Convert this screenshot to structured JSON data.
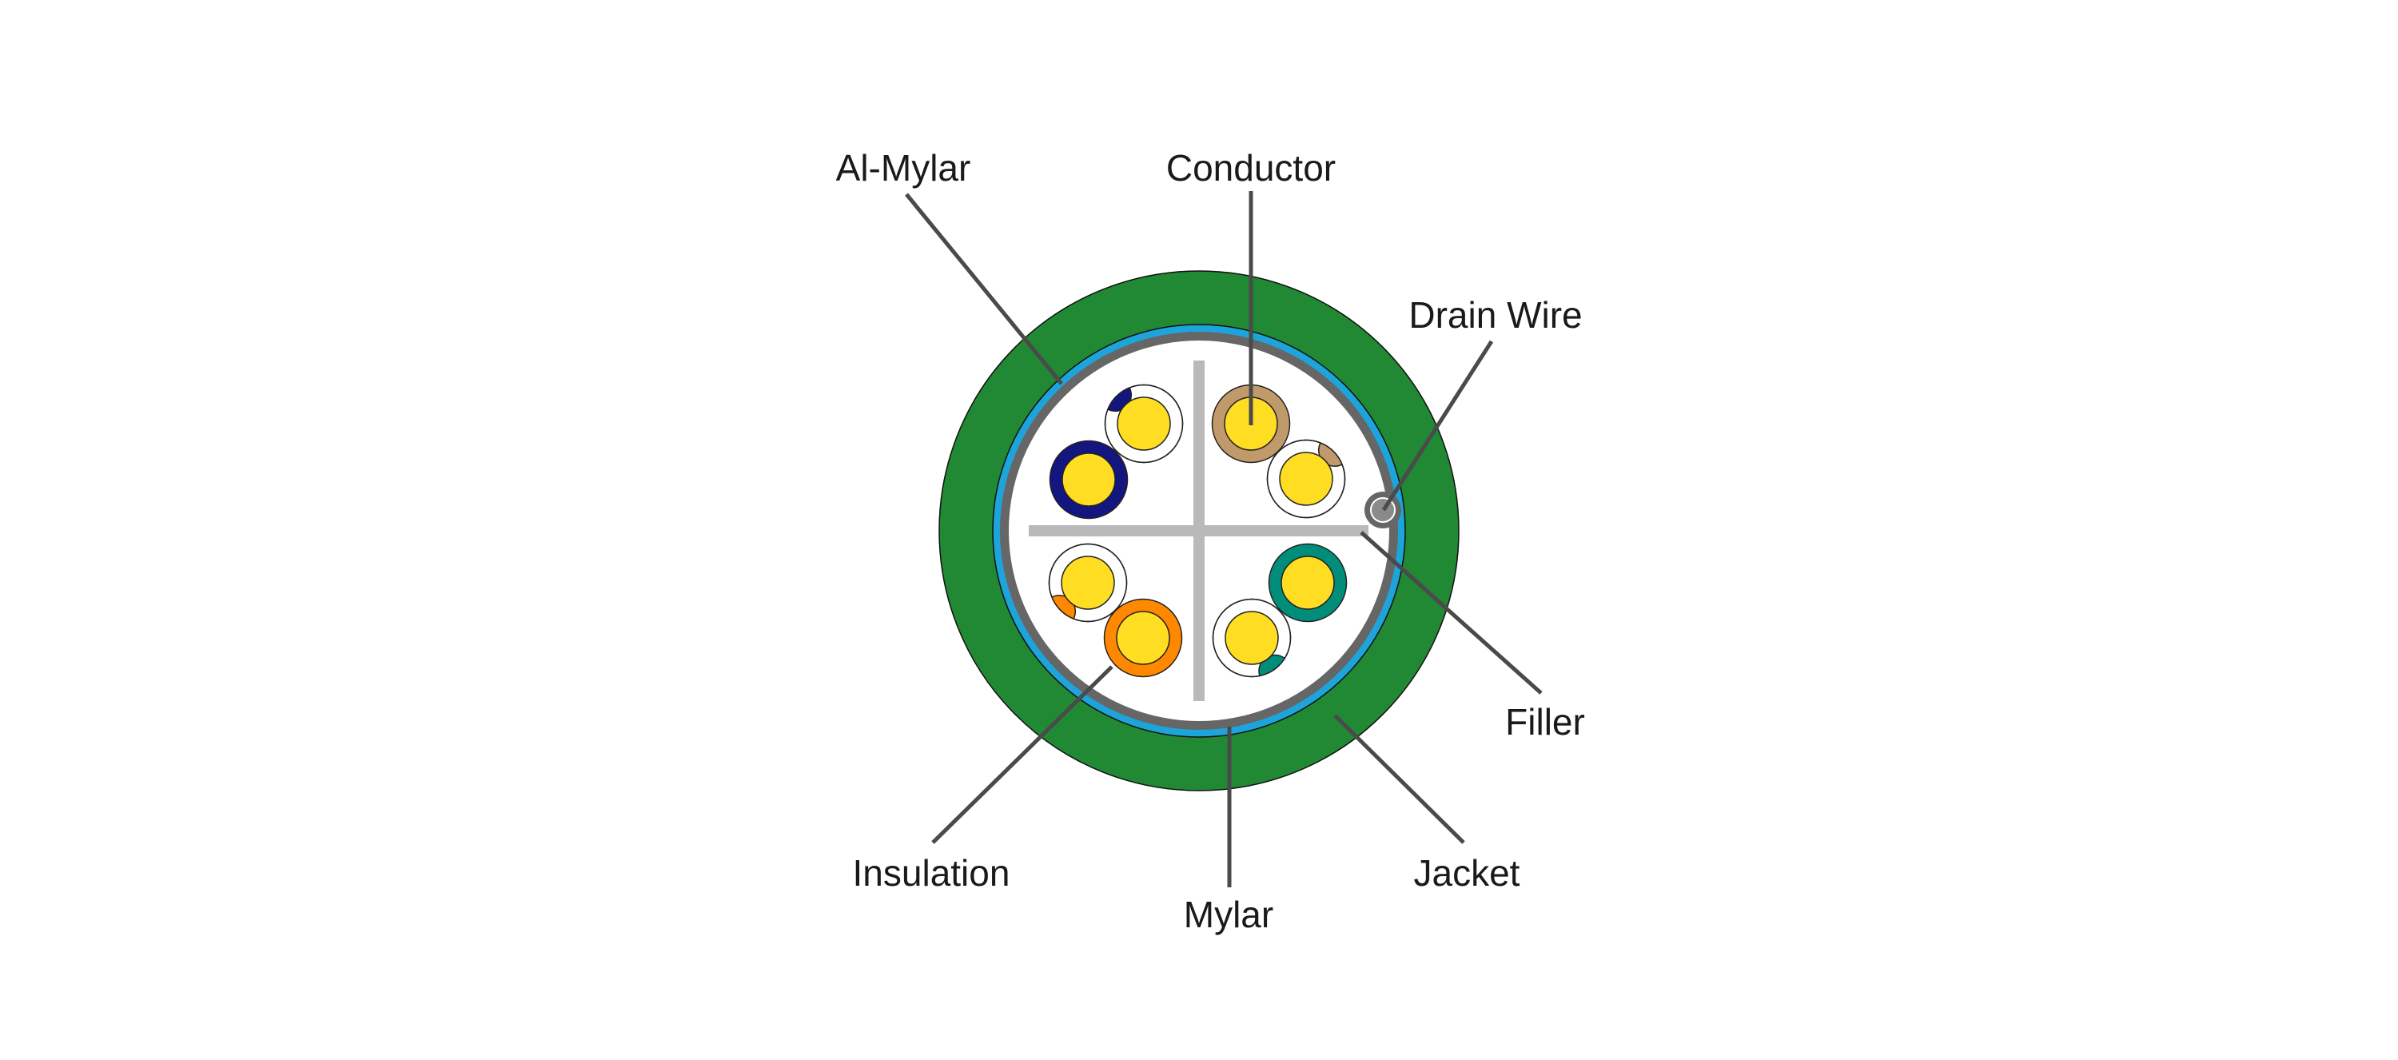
{
  "labels": {
    "al_mylar": "Al-Mylar",
    "conductor": "Conductor",
    "drain_wire": "Drain Wire",
    "filler": "Filler",
    "jacket": "Jacket",
    "mylar": "Mylar",
    "insulation": "Insulation"
  },
  "colors": {
    "jacket": "#218833",
    "al_mylar": "#1da5db",
    "mylar": "#666666",
    "filler": "#b9b9bb",
    "conductor": "#ffdd22",
    "blue": "#141680",
    "brown": "#c19a6b",
    "orange": "#ff8800",
    "green": "#008e7a",
    "leader": "#4a4a4a"
  },
  "pairs": [
    {
      "name": "blue",
      "solid": "blue",
      "striped": "white-blue"
    },
    {
      "name": "brown",
      "solid": "brown",
      "striped": "white-brown"
    },
    {
      "name": "orange",
      "solid": "orange",
      "striped": "white-orange"
    },
    {
      "name": "green",
      "solid": "green",
      "striped": "white-green"
    }
  ]
}
